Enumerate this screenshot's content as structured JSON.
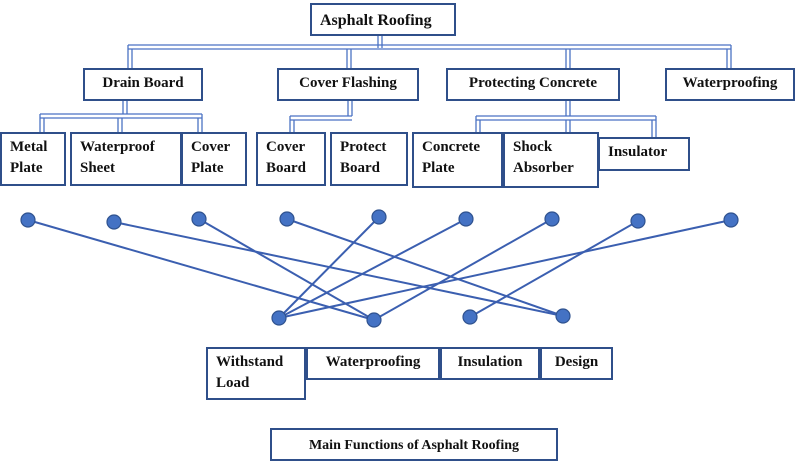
{
  "root": {
    "label": "Asphalt Roofing"
  },
  "categories": [
    {
      "label": "Drain Board"
    },
    {
      "label": "Cover Flashing"
    },
    {
      "label": "Protecting Concrete"
    },
    {
      "label": "Waterproofing"
    }
  ],
  "components": [
    {
      "line1": "Metal",
      "line2": "Plate"
    },
    {
      "line1": "Waterproof",
      "line2": "Sheet"
    },
    {
      "line1": "Cover",
      "line2": "Plate"
    },
    {
      "line1": "Cover",
      "line2": "Board"
    },
    {
      "line1": "Protect",
      "line2": "Board"
    },
    {
      "line1": "Concrete",
      "line2": "Plate"
    },
    {
      "line1": "Shock",
      "line2": "Absorber"
    },
    {
      "line1": "Insulator",
      "line2": ""
    }
  ],
  "functions": [
    {
      "line1": "Withstand",
      "line2": "Load"
    },
    {
      "line1": "Waterproofing",
      "line2": ""
    },
    {
      "line1": "Insulation",
      "line2": ""
    },
    {
      "line1": "Design",
      "line2": ""
    }
  ],
  "connections": [
    {
      "from": 0,
      "to": 1
    },
    {
      "from": 1,
      "to": 3
    },
    {
      "from": 2,
      "to": 1
    },
    {
      "from": 3,
      "to": 3
    },
    {
      "from": 4,
      "to": 0
    },
    {
      "from": 5,
      "to": 0
    },
    {
      "from": 6,
      "to": 1
    },
    {
      "from": 7,
      "to": 2
    },
    {
      "from": 8,
      "to": 0
    }
  ],
  "caption": "Main Functions of Asphalt Roofing",
  "colors": {
    "box_border": "#2f4f8a",
    "connector": "#4472c4",
    "dot_fill": "#4472c4"
  }
}
